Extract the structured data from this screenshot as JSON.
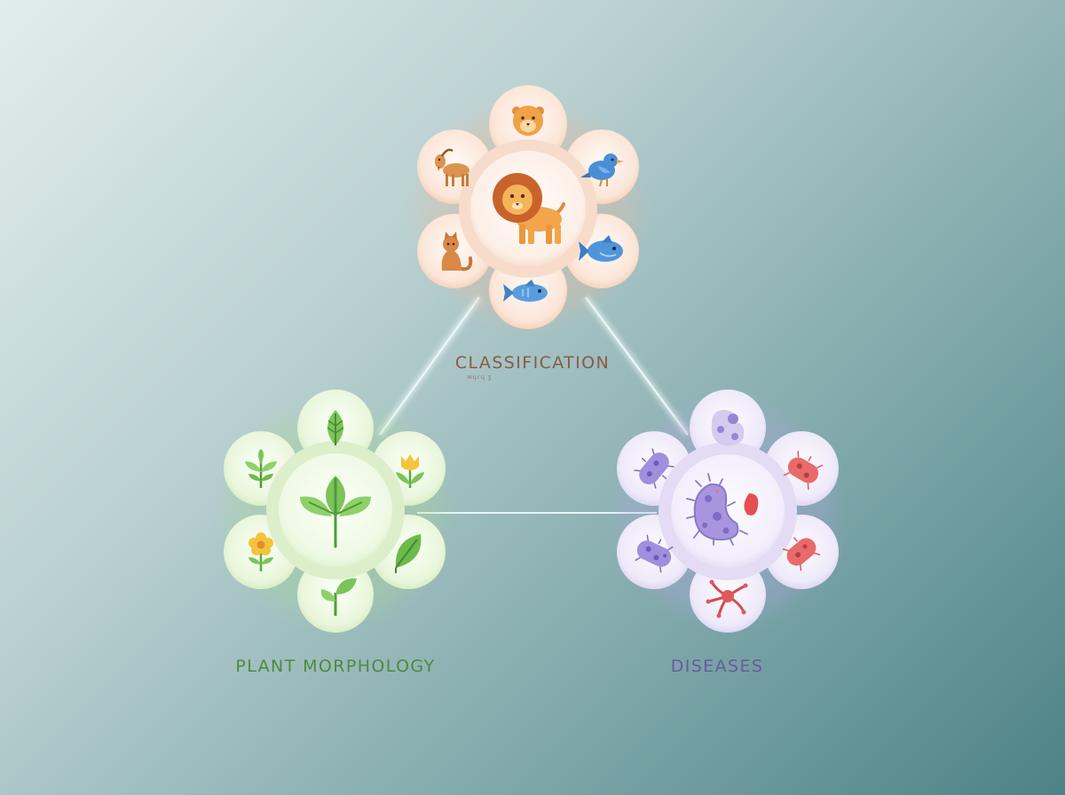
{
  "labels": {
    "classification": "CLASSIFICATION",
    "classification_sub": "ʍɥɾɥ ʒ",
    "plant": "PLANT MORPHOLOGY",
    "diseases": "DISEASES"
  },
  "colors": {
    "classification": "#8a5a48",
    "plant": "#4f8a3e",
    "diseases": "#6a5a9e",
    "connector": "#eaffff"
  },
  "clusters": {
    "classification": {
      "center_icon": "lion-icon",
      "petal_icons": [
        "lion-cub-icon",
        "bird-icon",
        "fish-icon",
        "fish-icon",
        "cat-icon",
        "goat-icon"
      ]
    },
    "plant": {
      "center_icon": "large-leaf-icon",
      "petal_icons": [
        "leaf-icon",
        "tulip-icon",
        "leaf-icon",
        "sprout-icon",
        "flower-icon",
        "seedling-icon"
      ]
    },
    "diseases": {
      "center_icon": "bacteria-cell-icon",
      "petal_icons": [
        "cell-icon",
        "bacterium-icon",
        "bacterium-icon",
        "virus-icon",
        "bacterium-icon",
        "bacterium-icon"
      ]
    }
  }
}
